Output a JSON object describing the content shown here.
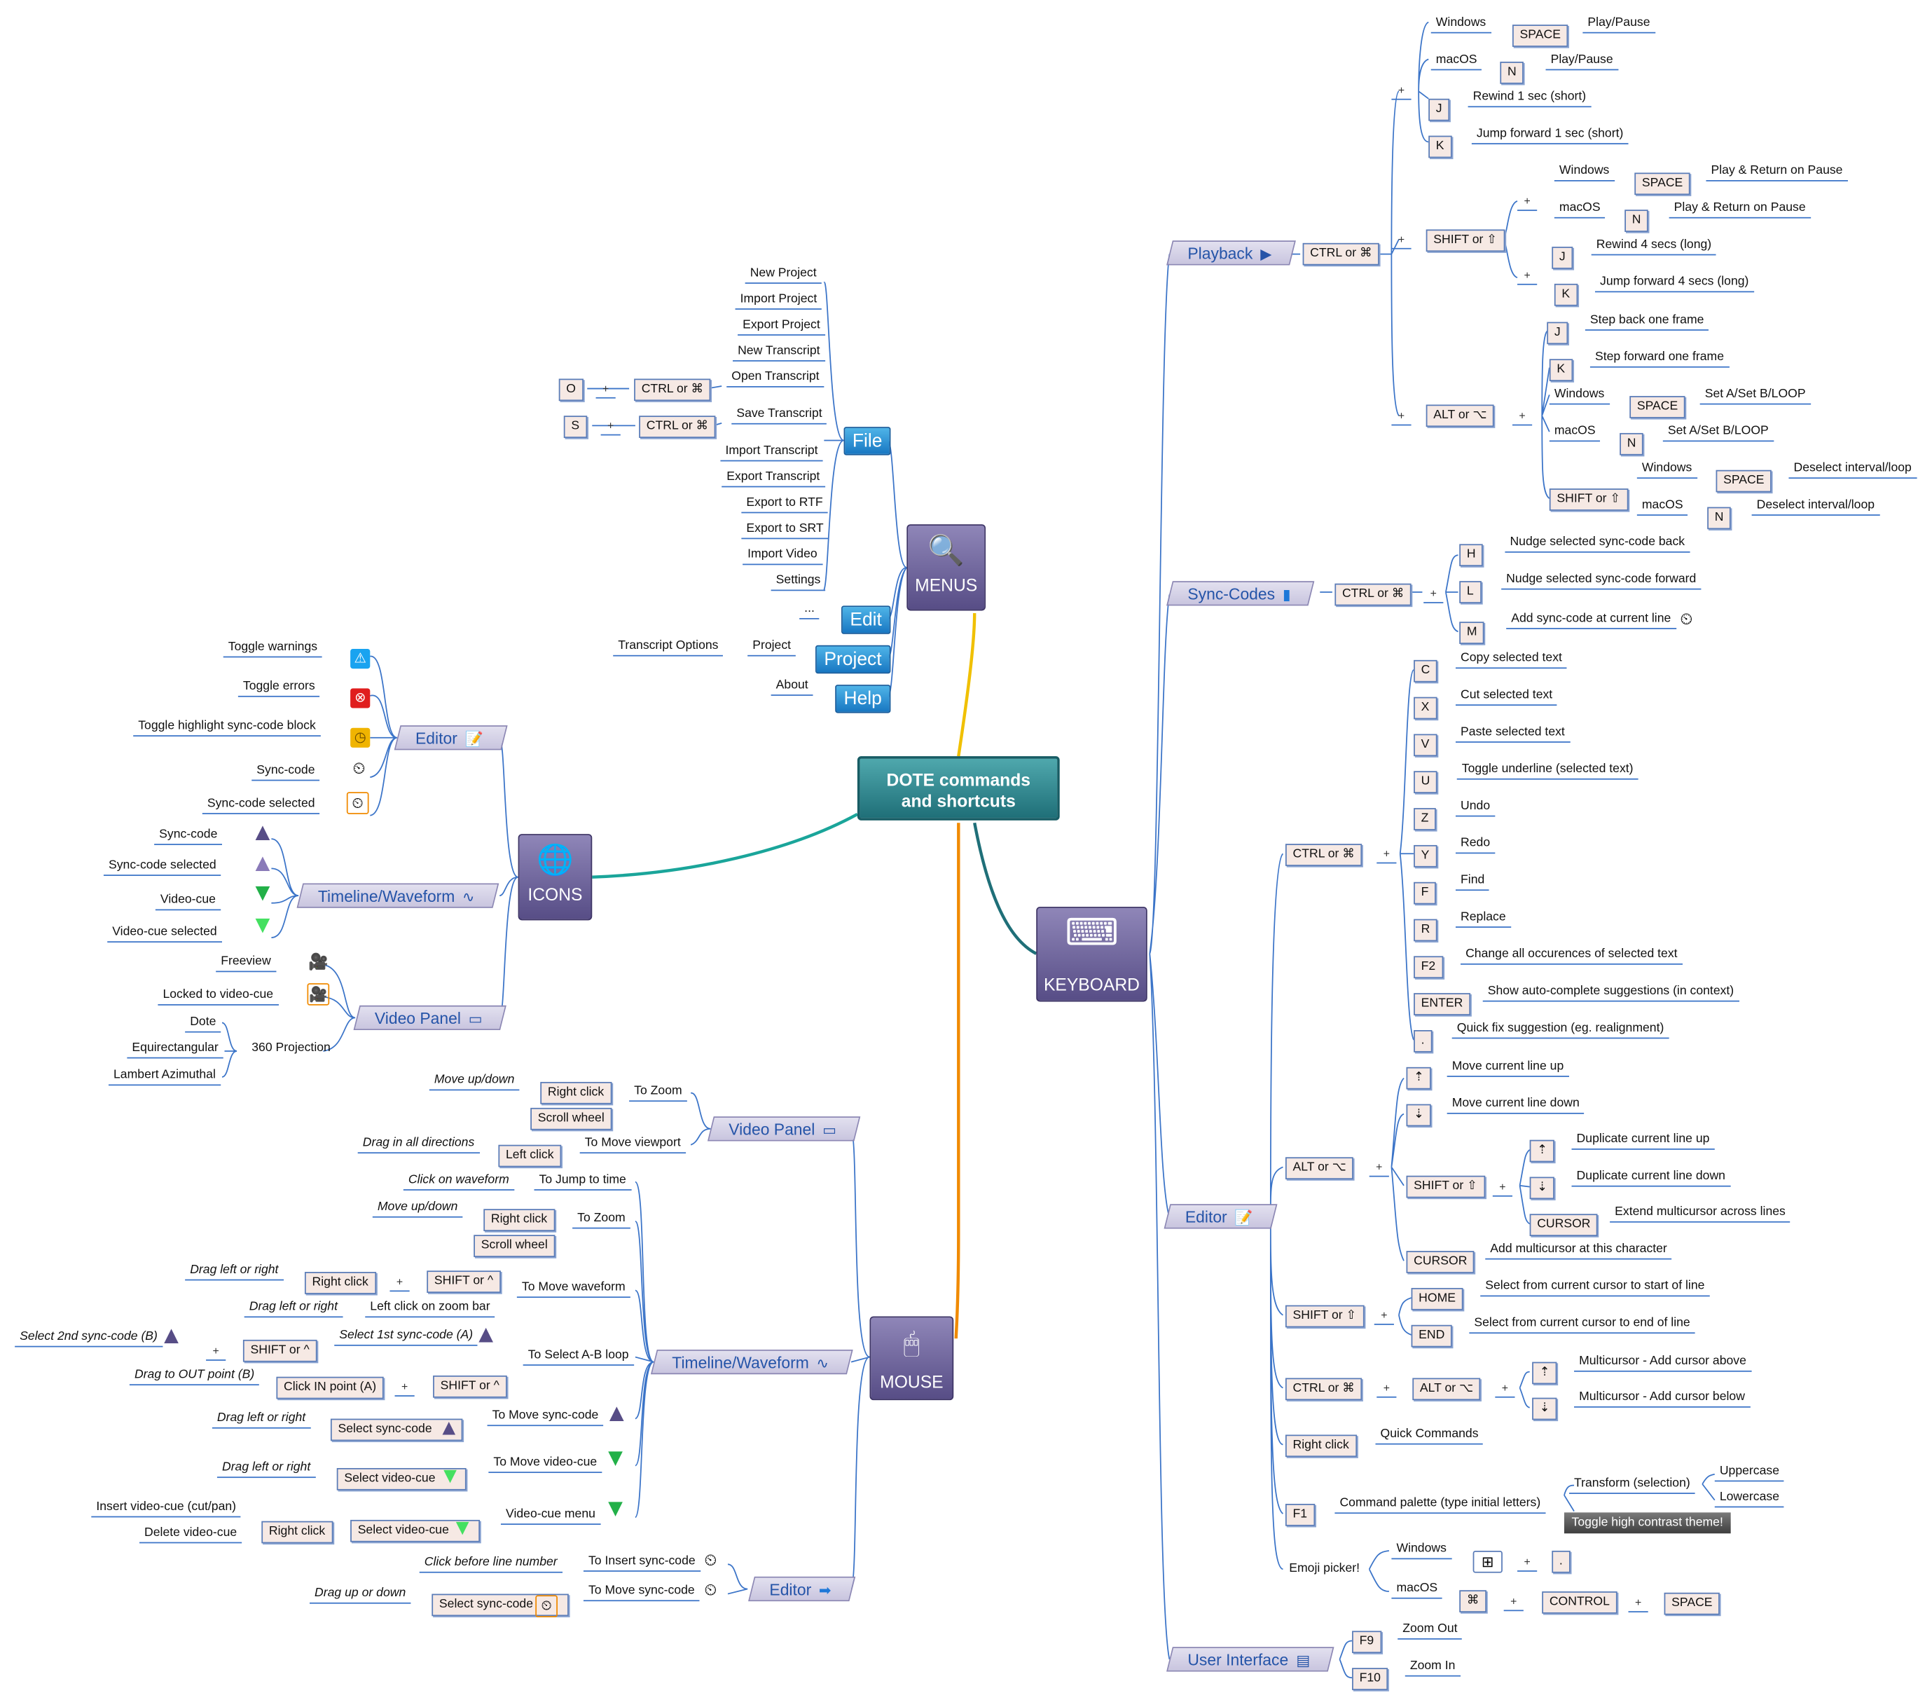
{
  "center": {
    "line1": "DOTE commands",
    "line2": "and shortcuts"
  },
  "hubs": {
    "menus": "MENUS",
    "icons": "ICONS",
    "keyboard": "KEYBOARD",
    "mouse": "MOUSE"
  },
  "icons_hub": "globe-icon",
  "keys_common": {
    "plus": "+",
    "ctrl": "CTRL or ⌘",
    "shift": "SHIFT or ⇧",
    "alt": "ALT or ⌥",
    "shift_caret": "SHIFT or ^",
    "space": "SPACE",
    "windows": "Windows",
    "macos": "macOS",
    "cmd": "⌘",
    "control": "CONTROL",
    "dot": "."
  },
  "menus": {
    "file": "File",
    "edit": "Edit",
    "project": "Project",
    "help": "Help",
    "file_items": [
      "New Project",
      "Import Project",
      "Export Project",
      "New Transcript",
      "Open Transcript",
      "Save Transcript",
      "Import Transcript",
      "Export Transcript",
      "Export to RTF",
      "Export to SRT",
      "Import Video",
      "Settings"
    ],
    "key_o": "O",
    "key_s": "S",
    "edit_item": "...",
    "project_item": "Project",
    "project_sub": "Transcript Options",
    "help_item": "About"
  },
  "icons": {
    "editor": "Editor",
    "editor_items": [
      "Toggle warnings",
      "Toggle errors",
      "Toggle highlight sync-code block",
      "Sync-code",
      "Sync-code selected"
    ],
    "timeline": "Timeline/Waveform",
    "timeline_items": [
      "Sync-code",
      "Sync-code selected",
      "Video-cue",
      "Video-cue selected"
    ],
    "video": "Video Panel",
    "video_items": [
      "Freeview",
      "Locked to video-cue",
      "360 Projection"
    ],
    "projections": [
      "Dote",
      "Equirectangular",
      "Lambert Azimuthal"
    ]
  },
  "keyboard": {
    "playback": "Playback",
    "pb": {
      "play_pause": "Play/Pause",
      "key_n": "N",
      "key_j": "J",
      "key_k": "K",
      "rewind_short": "Rewind 1 sec (short)",
      "fwd_short": "Jump forward 1 sec (short)",
      "play_return": "Play & Return on Pause",
      "rewind_long": "Rewind 4 secs (long)",
      "fwd_long": "Jump forward 4 secs (long)",
      "step_back": "Step back one frame",
      "step_fwd": "Step forward one frame",
      "set_ab": "Set A/Set B/LOOP",
      "deselect": "Deselect interval/loop"
    },
    "sync": "Sync-Codes",
    "sc": {
      "key_h": "H",
      "key_l": "L",
      "key_m": "M",
      "back": "Nudge selected sync-code back",
      "fwd": "Nudge selected sync-code forward",
      "add": "Add sync-code at current line"
    },
    "editor": "Editor",
    "ed_ctrl_keys": [
      "C",
      "X",
      "V",
      "U",
      "Z",
      "Y",
      "F",
      "R",
      "F2",
      "ENTER",
      "."
    ],
    "ed_ctrl_desc": [
      "Copy selected text",
      "Cut selected text",
      "Paste selected text",
      "Toggle underline (selected text)",
      "Undo",
      "Redo",
      "Find",
      "Replace",
      "Change all occurences of selected text",
      "Show auto-complete suggestions (in context)",
      "Quick fix suggestion (eg. realignment)"
    ],
    "ed_alt": {
      "up": "⇡",
      "down": "⇣",
      "cursor": "CURSOR",
      "move_up": "Move current line up",
      "move_down": "Move current line down",
      "dup_up": "Duplicate current line up",
      "dup_down": "Duplicate current line down",
      "extend": "Extend multicursor across lines",
      "add_multi": "Add multicursor at this character"
    },
    "ed_shift": {
      "home": "HOME",
      "end": "END",
      "start": "Select from current cursor to start of line",
      "to_end": "Select from current cursor to end of line"
    },
    "ed_ctrl_alt": {
      "above": "Multicursor - Add cursor above",
      "below": "Multicursor - Add cursor below"
    },
    "ed_misc": {
      "right_click": "Right click",
      "quick": "Quick Commands",
      "f1": "F1",
      "palette": "Command palette (type initial letters)",
      "transform": "Transform (selection)",
      "upper": "Uppercase",
      "lower": "Lowercase",
      "contrast": "Toggle high contrast theme!",
      "emoji": "Emoji picker!"
    },
    "ui": "User Interface",
    "uik": {
      "f9": "F9",
      "f10": "F10",
      "zoom_out": "Zoom Out",
      "zoom_in": "Zoom In"
    }
  },
  "mouse": {
    "video": "Video Panel",
    "vp": {
      "move_updown": "Move up/down",
      "right_click": "Right click",
      "scroll": "Scroll wheel",
      "to_zoom": "To Zoom",
      "drag_all": "Drag in all directions",
      "left_click": "Left click",
      "to_move": "To Move viewport"
    },
    "timeline": "Timeline/Waveform",
    "tw": {
      "click_wave": "Click on waveform",
      "jump": "To Jump to time",
      "move_updown": "Move up/down",
      "right_click": "Right click",
      "scroll": "Scroll wheel",
      "to_zoom": "To Zoom",
      "drag_lr": "Drag left or right",
      "drag_lr2": "Drag left or right",
      "left_zoom": "Left click on zoom bar",
      "move_wave": "To Move waveform",
      "sel2": "Select 2nd sync-code (B)",
      "sel1": "Select 1st sync-code (A)",
      "to_ab": "To Select A-B loop",
      "drag_out": "Drag to OUT point (B)",
      "click_in": "Click IN point (A)",
      "drag_sc": "Drag left or right",
      "sel_sc": "Select sync-code",
      "move_sc": "To Move sync-code",
      "drag_vc": "Drag left or right",
      "sel_vc": "Select video-cue",
      "move_vc": "To Move video-cue",
      "insert_vc": "Insert video-cue (cut/pan)",
      "delete_vc": "Delete video-cue",
      "vc_menu": "Video-cue menu"
    },
    "editor": "Editor",
    "ed": {
      "click_before": "Click before line number",
      "insert": "To Insert sync-code",
      "drag": "Drag up or down",
      "sel_sc": "Select sync-code",
      "move": "To Move sync-code"
    }
  },
  "colors": {
    "center": "#1f6f78",
    "hub": "#574d86",
    "menu_button": "#1877c2",
    "key_bg": "#f6e9e4",
    "link_blue": "#3b74c8",
    "wire_menus": "#f0c000",
    "wire_icons": "#1aa59a",
    "wire_mouse": "#f08a00",
    "wire_keyboard": "#1f6f78"
  }
}
